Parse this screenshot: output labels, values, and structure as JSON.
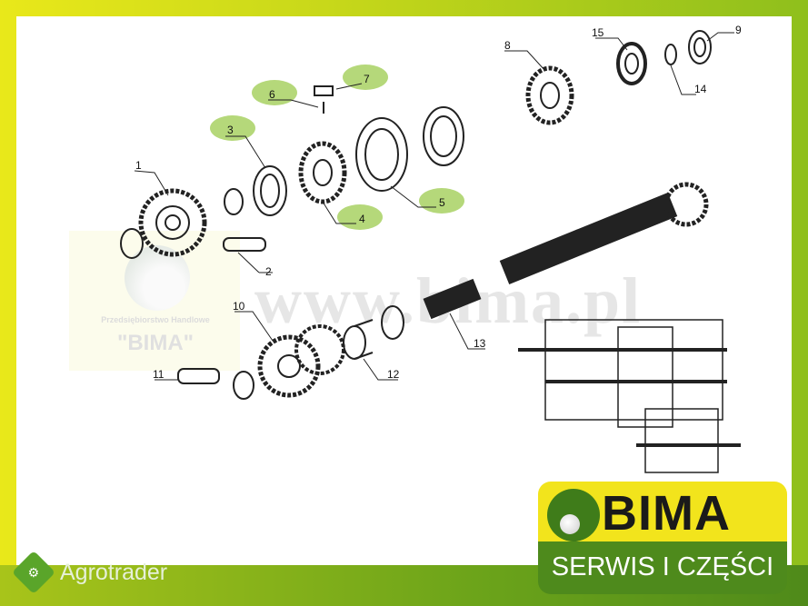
{
  "watermark": {
    "company_line": "Przedsiębiorstwo Handlowe",
    "company_name": "\"BIMA\"",
    "url": "www.bima.pl"
  },
  "parts": {
    "labels": [
      "1",
      "2",
      "3",
      "4",
      "5",
      "6",
      "7",
      "8",
      "9",
      "10",
      "11",
      "12",
      "13",
      "14",
      "15"
    ],
    "highlighted": [
      "3",
      "4",
      "5",
      "6",
      "7"
    ],
    "highlight_color": "#b5d87a"
  },
  "logo": {
    "brand": "BIMA",
    "tagline": "SERWIS I CZĘŚCI",
    "yellow": "#f2e41c",
    "green": "#4e8a1c"
  },
  "source": {
    "site": "Agrotrader"
  }
}
